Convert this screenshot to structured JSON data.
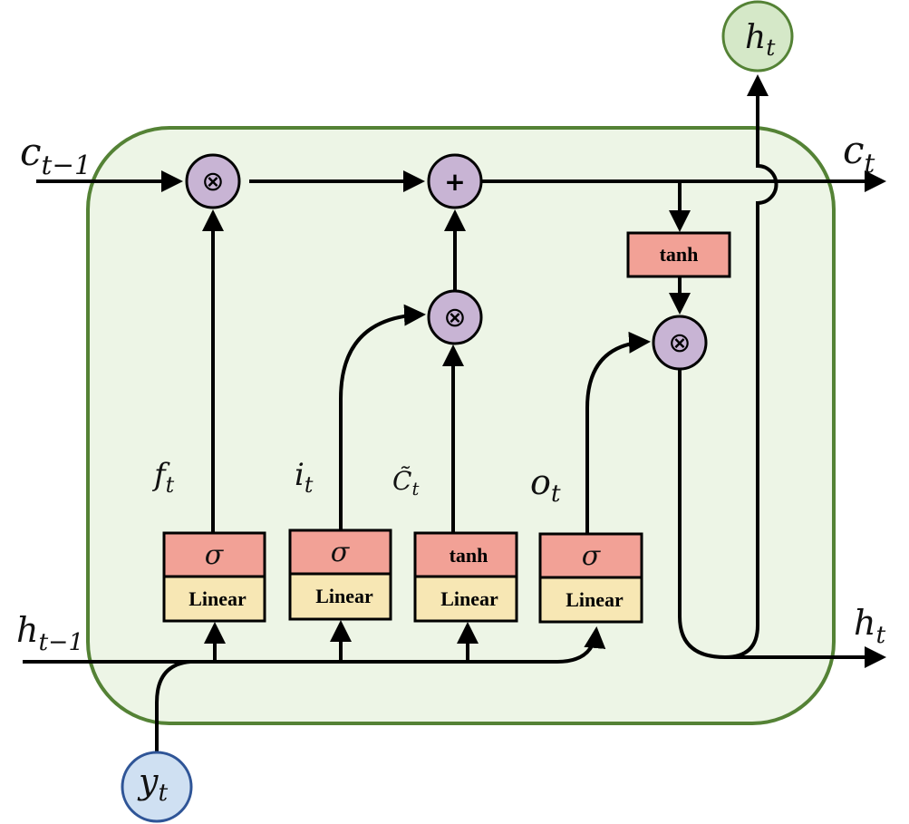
{
  "labels": {
    "c_prev": {
      "base": "c",
      "sub": "t−1"
    },
    "c_t": {
      "base": "c",
      "sub": "t"
    },
    "h_prev": {
      "base": "h",
      "sub": "t−1"
    },
    "h_t_right": {
      "base": "h",
      "sub": "t"
    },
    "h_t_top": {
      "base": "h",
      "sub": "t"
    },
    "y_t": {
      "base": "y",
      "sub": "t"
    },
    "f_t": {
      "base": "f",
      "sub": "t"
    },
    "i_t": {
      "base": "i",
      "sub": "t"
    },
    "c_tilde": {
      "base": "C̃",
      "sub": "t"
    },
    "o_t": {
      "base": "o",
      "sub": "t"
    }
  },
  "operators": {
    "multiply": "⊗",
    "add": "+"
  },
  "gates": [
    {
      "activation": "σ",
      "layer": "Linear"
    },
    {
      "activation": "σ",
      "layer": "Linear"
    },
    {
      "activation": "tanh",
      "layer": "Linear"
    },
    {
      "activation": "σ",
      "layer": "Linear"
    }
  ],
  "cell_tanh": "tanh",
  "colors": {
    "cell_fill": "#edf5e6",
    "cell_border": "#548235",
    "operator_fill": "#c8b4d4",
    "activation_fill": "#f2a196",
    "linear_fill": "#f7e7b4",
    "output_node_fill": "#d5e8c8",
    "input_node_fill": "#cfe0f2",
    "input_node_border": "#2f5597"
  }
}
